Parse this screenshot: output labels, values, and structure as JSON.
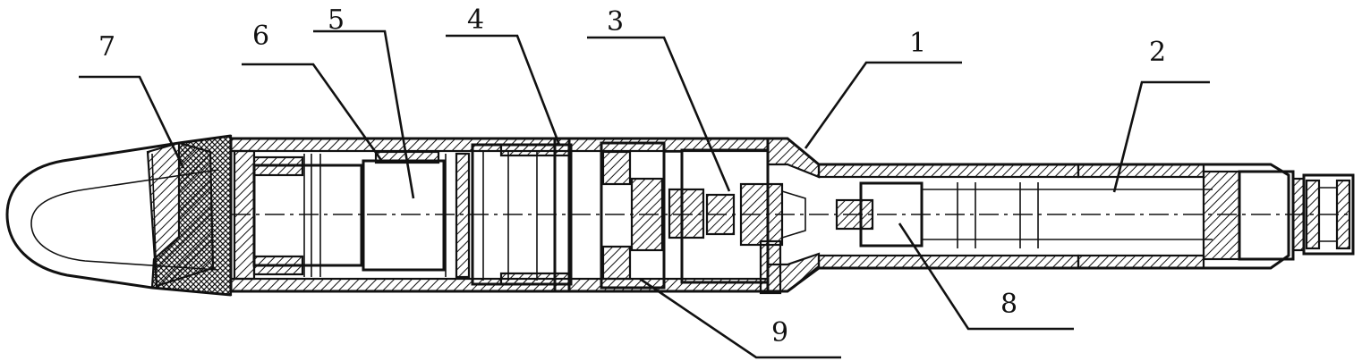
{
  "callouts": [
    {
      "id": "callout-7",
      "label": "7"
    },
    {
      "id": "callout-6",
      "label": "6"
    },
    {
      "id": "callout-5",
      "label": "5"
    },
    {
      "id": "callout-4",
      "label": "4"
    },
    {
      "id": "callout-3",
      "label": "3"
    },
    {
      "id": "callout-1",
      "label": "1"
    },
    {
      "id": "callout-2",
      "label": "2"
    },
    {
      "id": "callout-8",
      "label": "8"
    },
    {
      "id": "callout-9",
      "label": "9"
    }
  ],
  "colors": {
    "ink": "#111111",
    "background": "#ffffff"
  }
}
